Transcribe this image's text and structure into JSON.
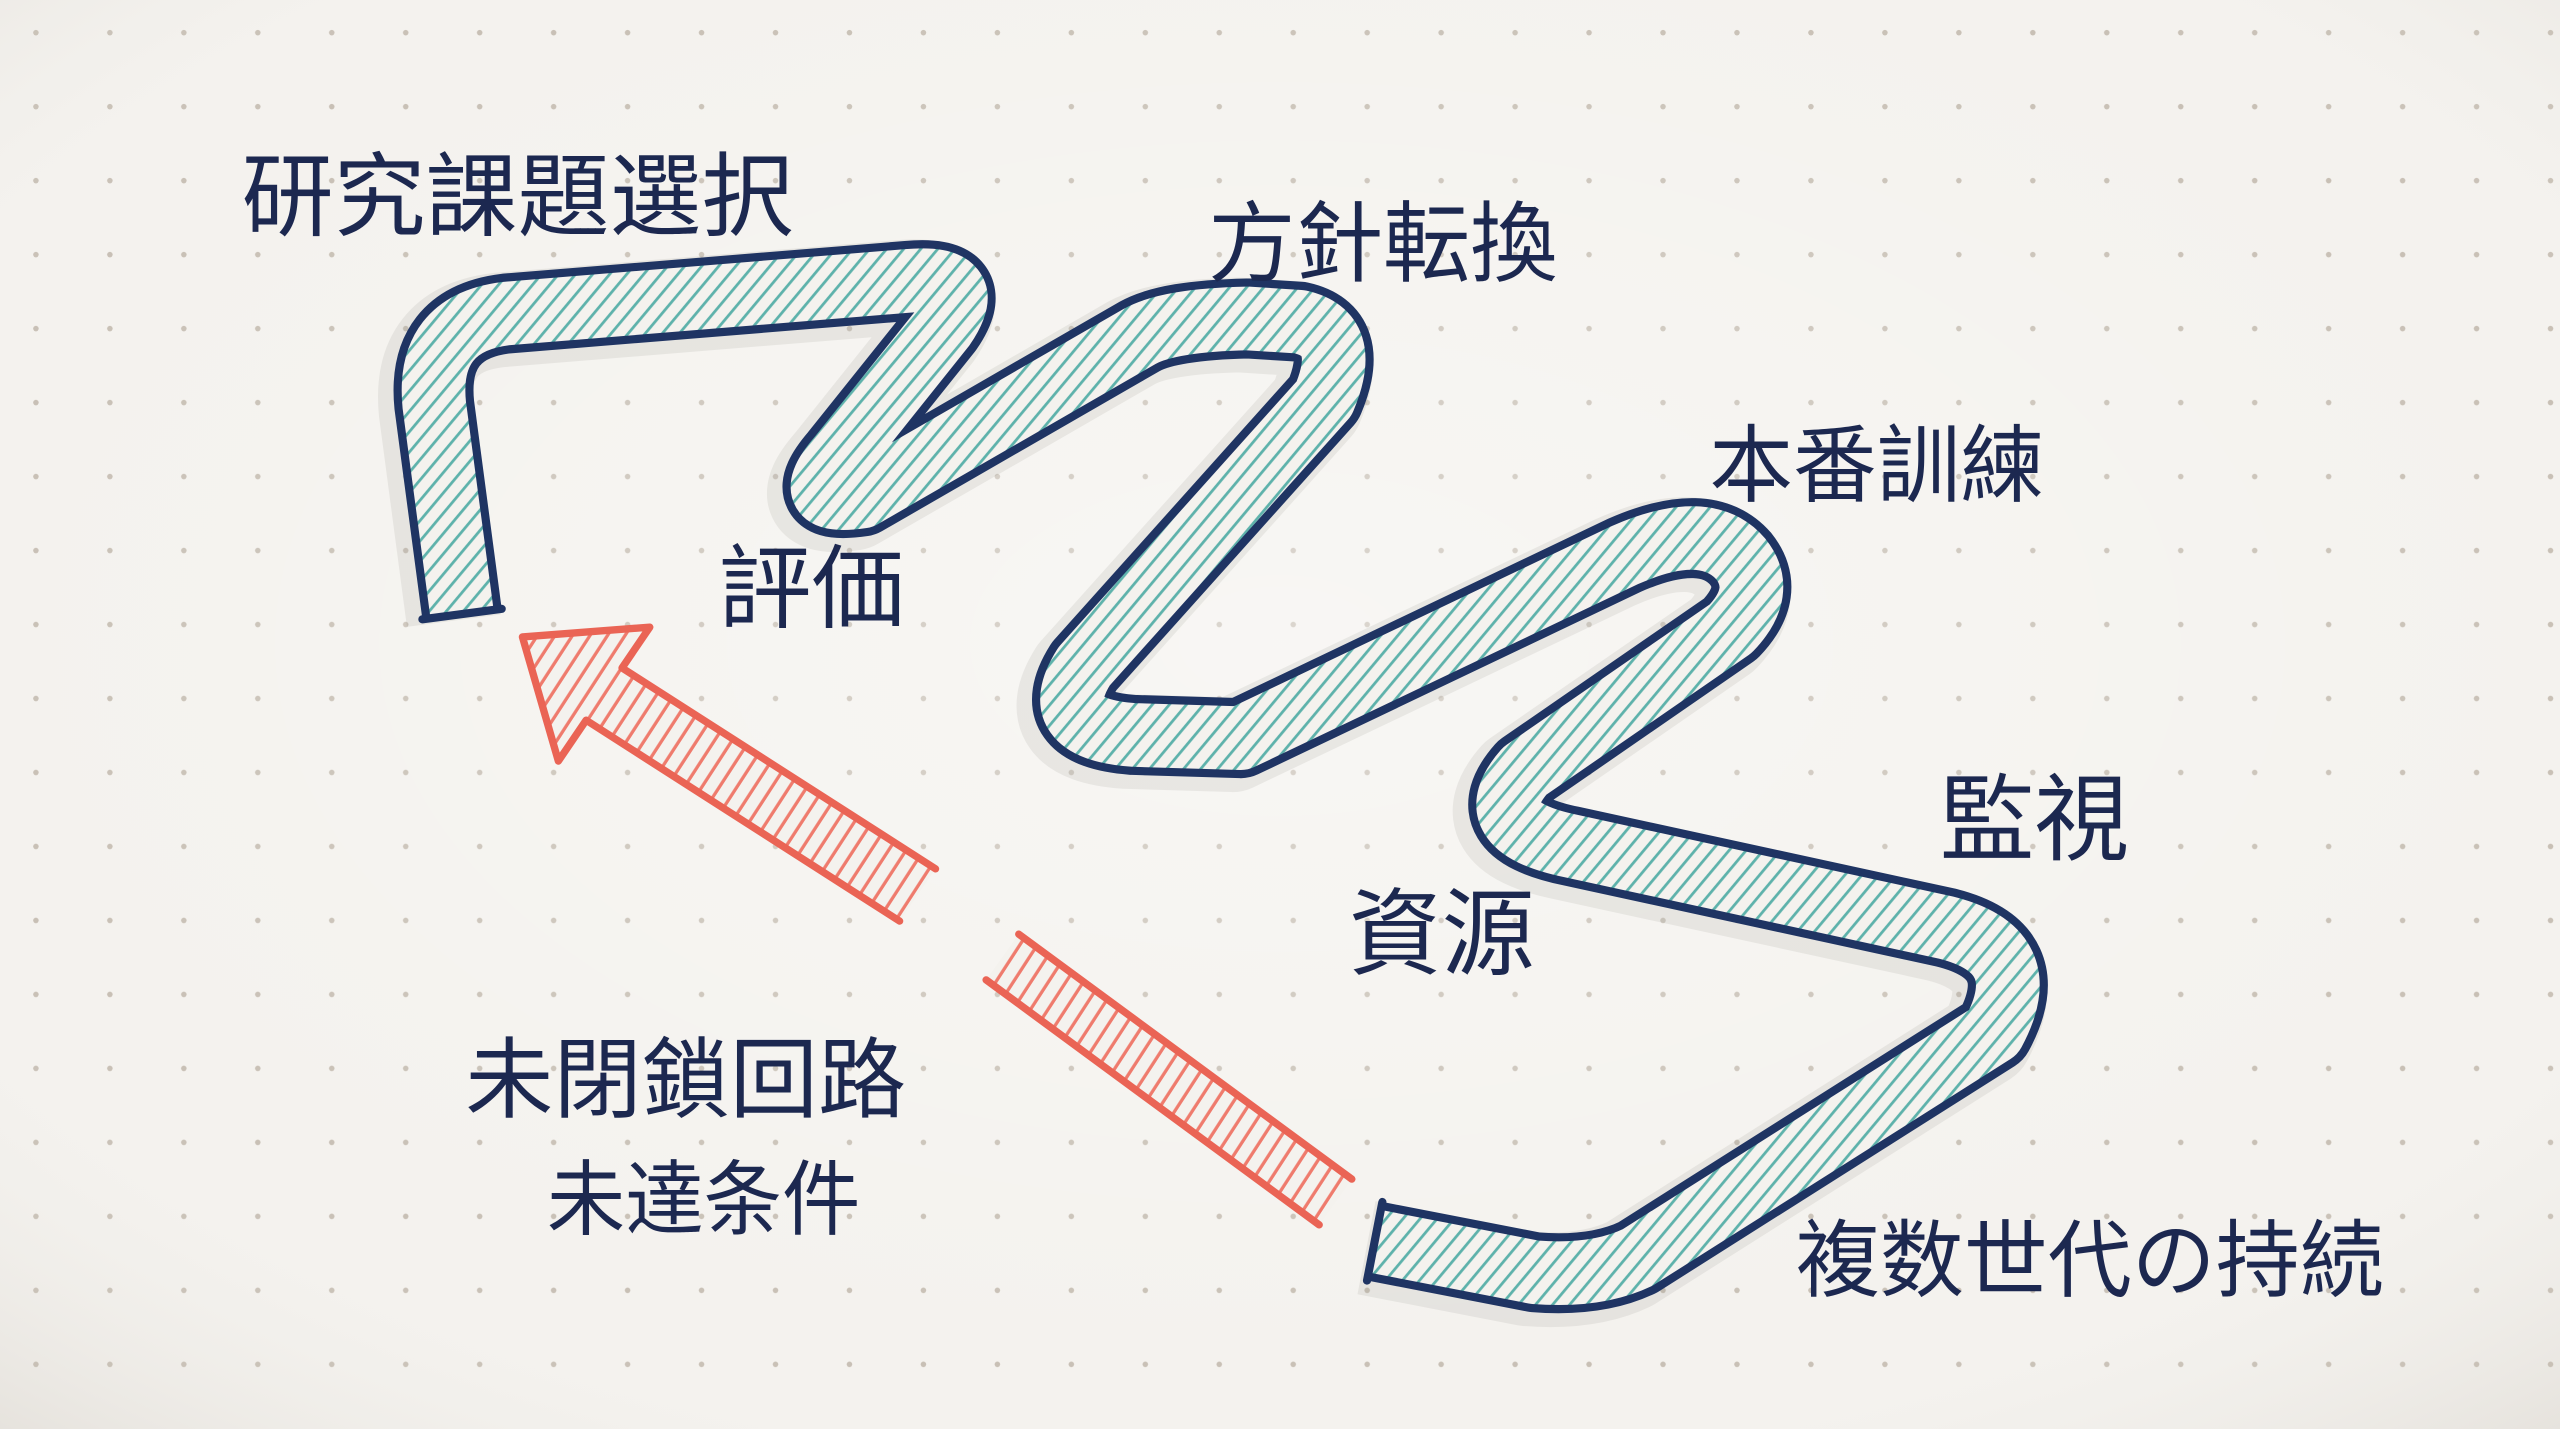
{
  "diagram": {
    "labels": {
      "research_topic_selection": "研究課題選択",
      "policy_change": "方針転換",
      "production_training": "本番訓練",
      "evaluation": "評価",
      "monitoring": "監視",
      "resources": "資源",
      "unclosed_circuit": "未閉鎖回路",
      "unmet_conditions": "未達条件",
      "multi_generation_persistence": "複数世代の持続"
    },
    "colors": {
      "paper": "#f4f2ee",
      "paper_dots": "#c8c0b5",
      "ribbon_outline": "#1f3463",
      "ribbon_hatch": "#5eb2ab",
      "arrow_outline": "#ea6455",
      "arrow_hatch": "#ef7b6d",
      "label_ink": "#1c2850"
    }
  }
}
